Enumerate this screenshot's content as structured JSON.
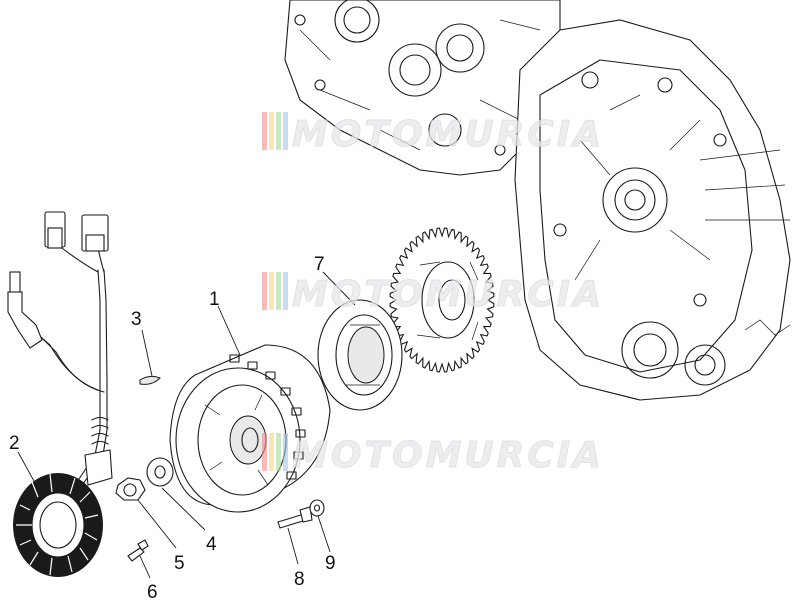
{
  "callouts": {
    "c1": "1",
    "c2": "2",
    "c3": "3",
    "c4": "4",
    "c5": "5",
    "c6": "6",
    "c7": "7",
    "c8": "8",
    "c9": "9"
  },
  "watermark": {
    "text": "MOTOMURCIA",
    "stripe_colors": [
      "#f28b8b",
      "#f7d37a",
      "#a8d89a",
      "#9cc3ea"
    ]
  },
  "colors": {
    "line": "#1a1a1a",
    "background": "#ffffff",
    "callout_text": "#111111"
  }
}
